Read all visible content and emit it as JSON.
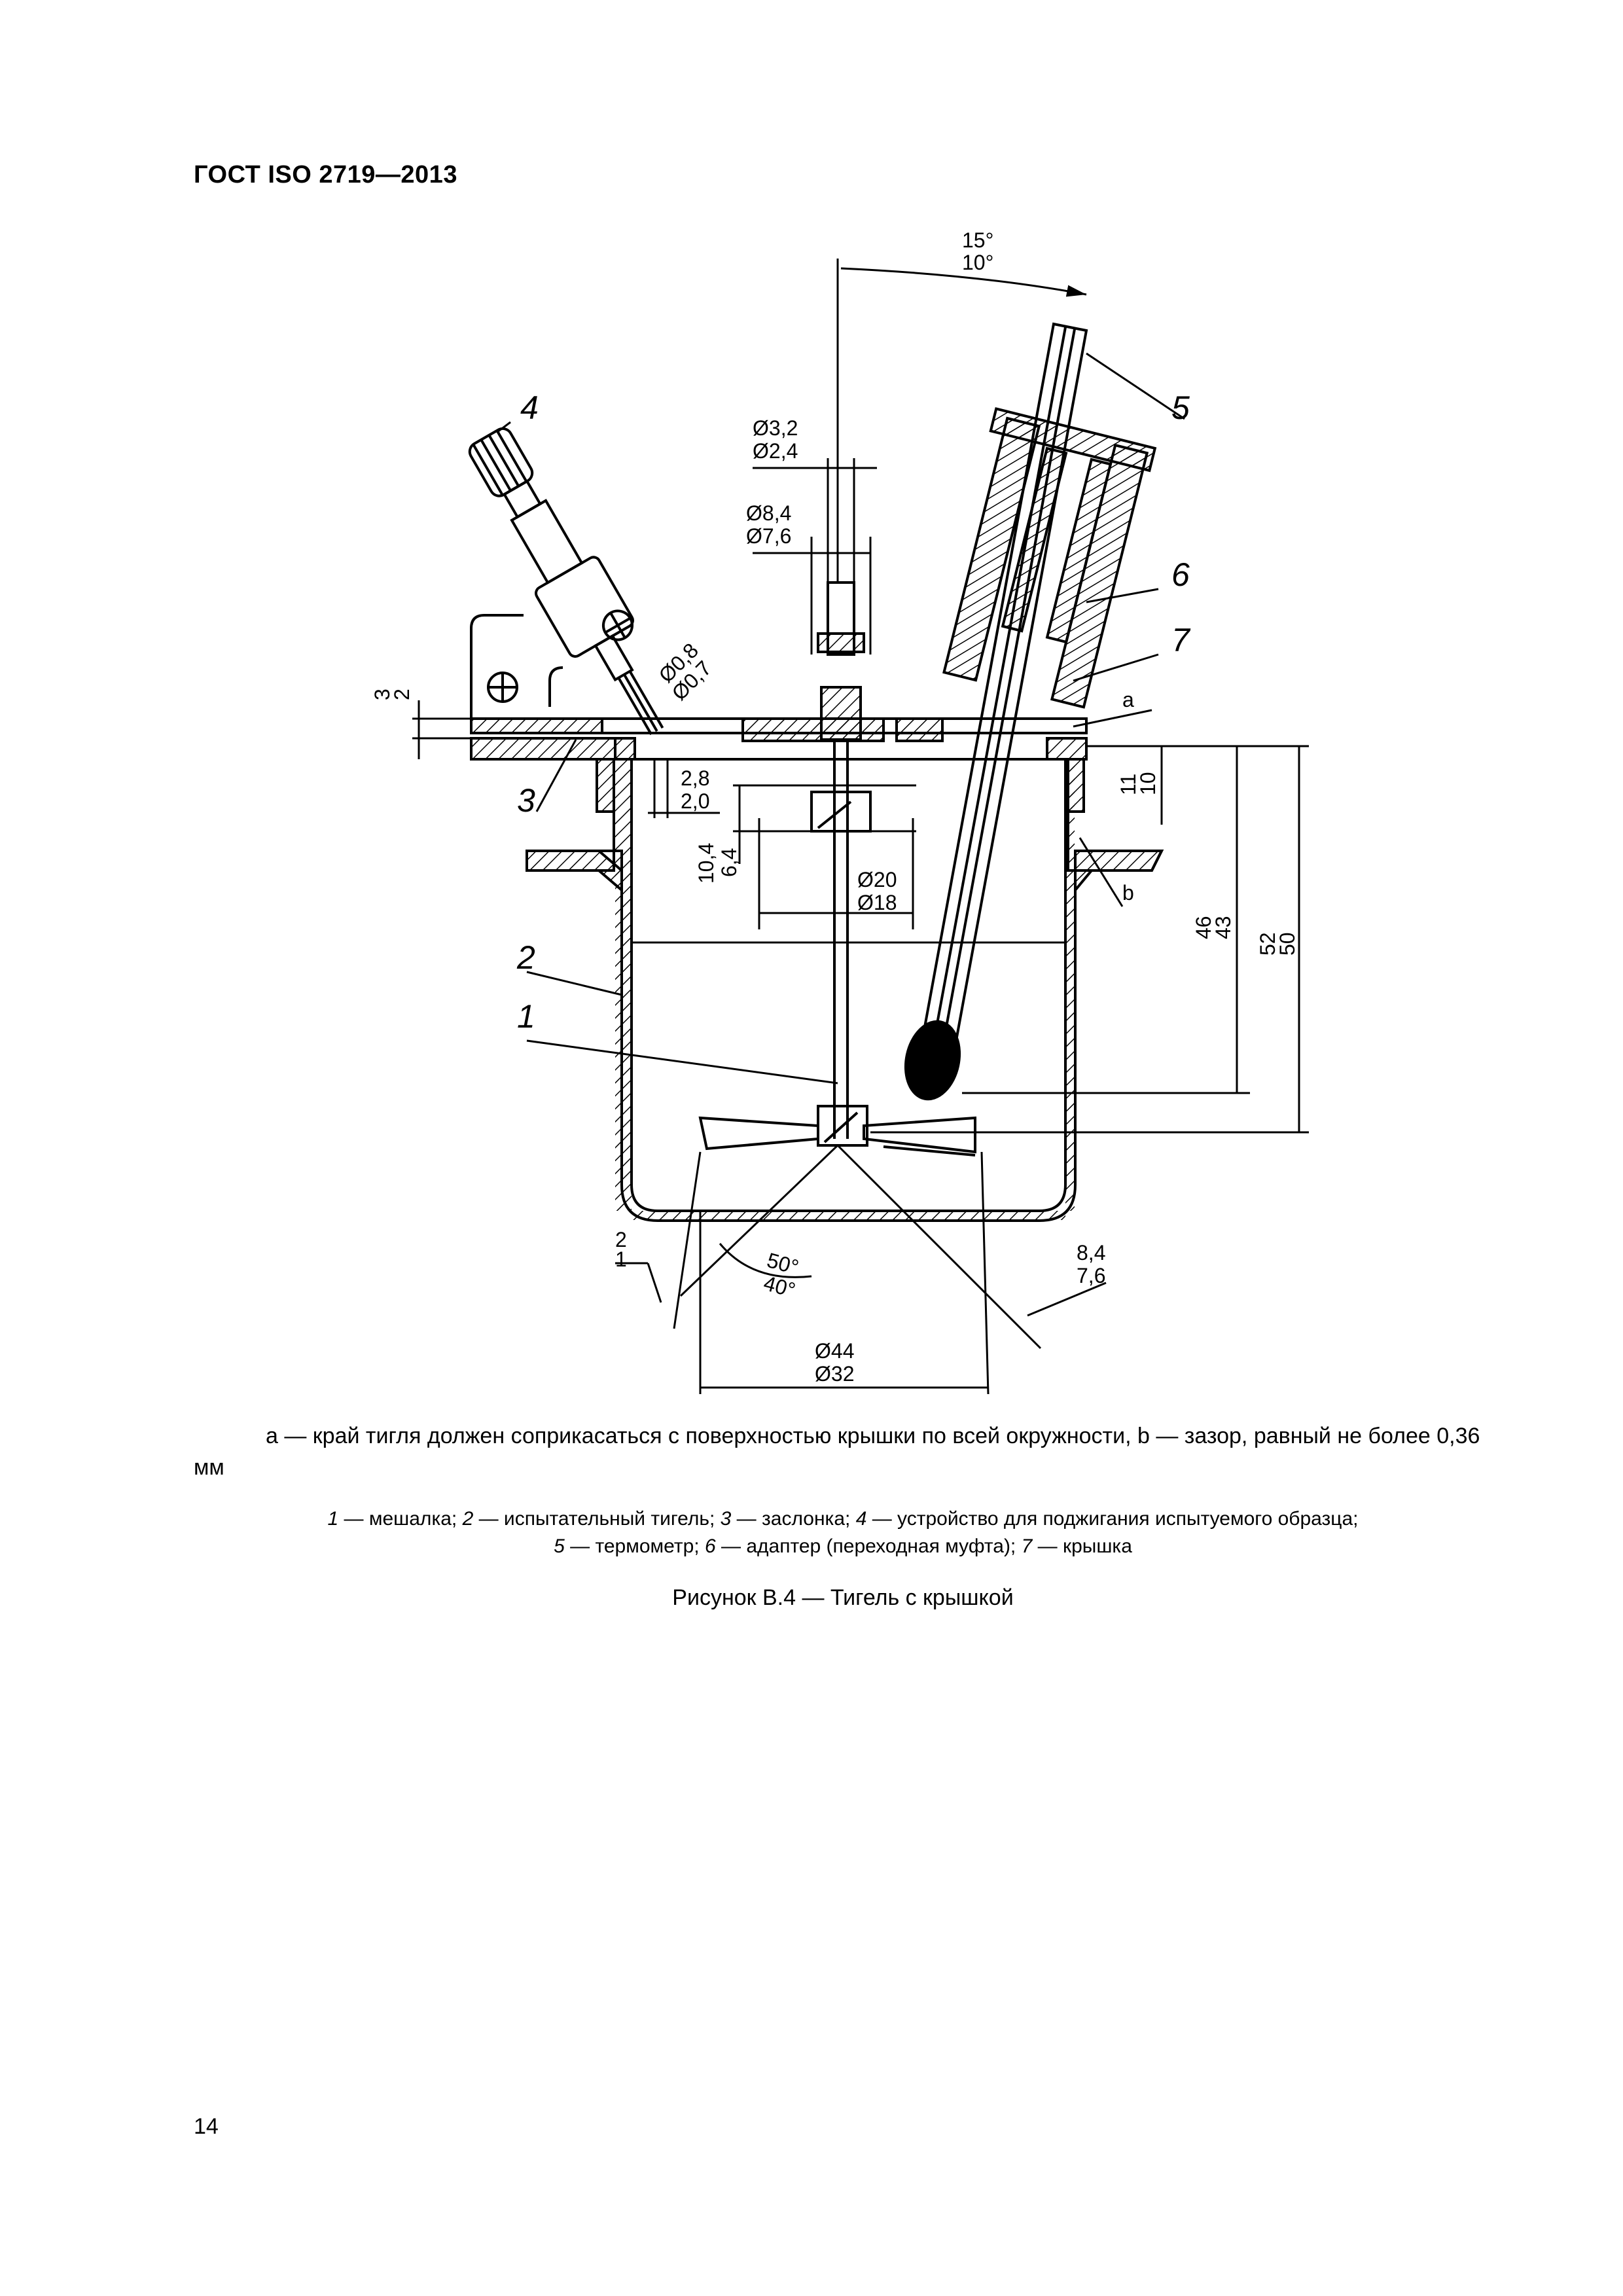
{
  "header": {
    "title": "ГОСТ ISO 2719—2013"
  },
  "figure": {
    "callouts": [
      "1",
      "2",
      "3",
      "4",
      "5",
      "6",
      "7"
    ],
    "markers": {
      "a": "a",
      "b": "b"
    },
    "angle_top": {
      "upper": "15°",
      "lower": "10°"
    },
    "angle_bottom": {
      "upper": "50°",
      "lower": "40°"
    },
    "dims": {
      "d32": "Ø3,2",
      "d24": "Ø2,4",
      "d84": "Ø8,4",
      "d76": "Ø7,6",
      "d08": "Ø0,8",
      "d07": "Ø0,7",
      "v3": "3",
      "v2": "2",
      "v28": "2,8",
      "v20": "2,0",
      "v104": "10,4",
      "v64": "6,4",
      "d20": "Ø20",
      "d18": "Ø18",
      "v11": "11",
      "v10": "10",
      "v46": "46",
      "v43": "43",
      "v52": "52",
      "v50": "50",
      "b2": "2",
      "b1": "1",
      "s84": "8,4",
      "s76": "7,6",
      "d44": "Ø44",
      "d32b": "Ø32"
    }
  },
  "notes": {
    "a": "а — край тигля должен соприкасаться с поверхностью крышки по всей окружности, b — зазор, равный не более 0,36 мм"
  },
  "legend": {
    "line1": [
      {
        "num": "1",
        "text": " — мешалка; "
      },
      {
        "num": "2",
        "text": " — испытательный тигель; "
      },
      {
        "num": "3",
        "text": " — заслонка; "
      },
      {
        "num": "4",
        "text": " — устройство для поджигания испытуемого образца;"
      }
    ],
    "line2": [
      {
        "num": "5",
        "text": " — термометр; "
      },
      {
        "num": "6",
        "text": " — адаптер (переходная муфта); "
      },
      {
        "num": "7",
        "text": " — крышка"
      }
    ]
  },
  "caption": "Рисунок В.4 — Тигель с крышкой",
  "page_number": "14"
}
